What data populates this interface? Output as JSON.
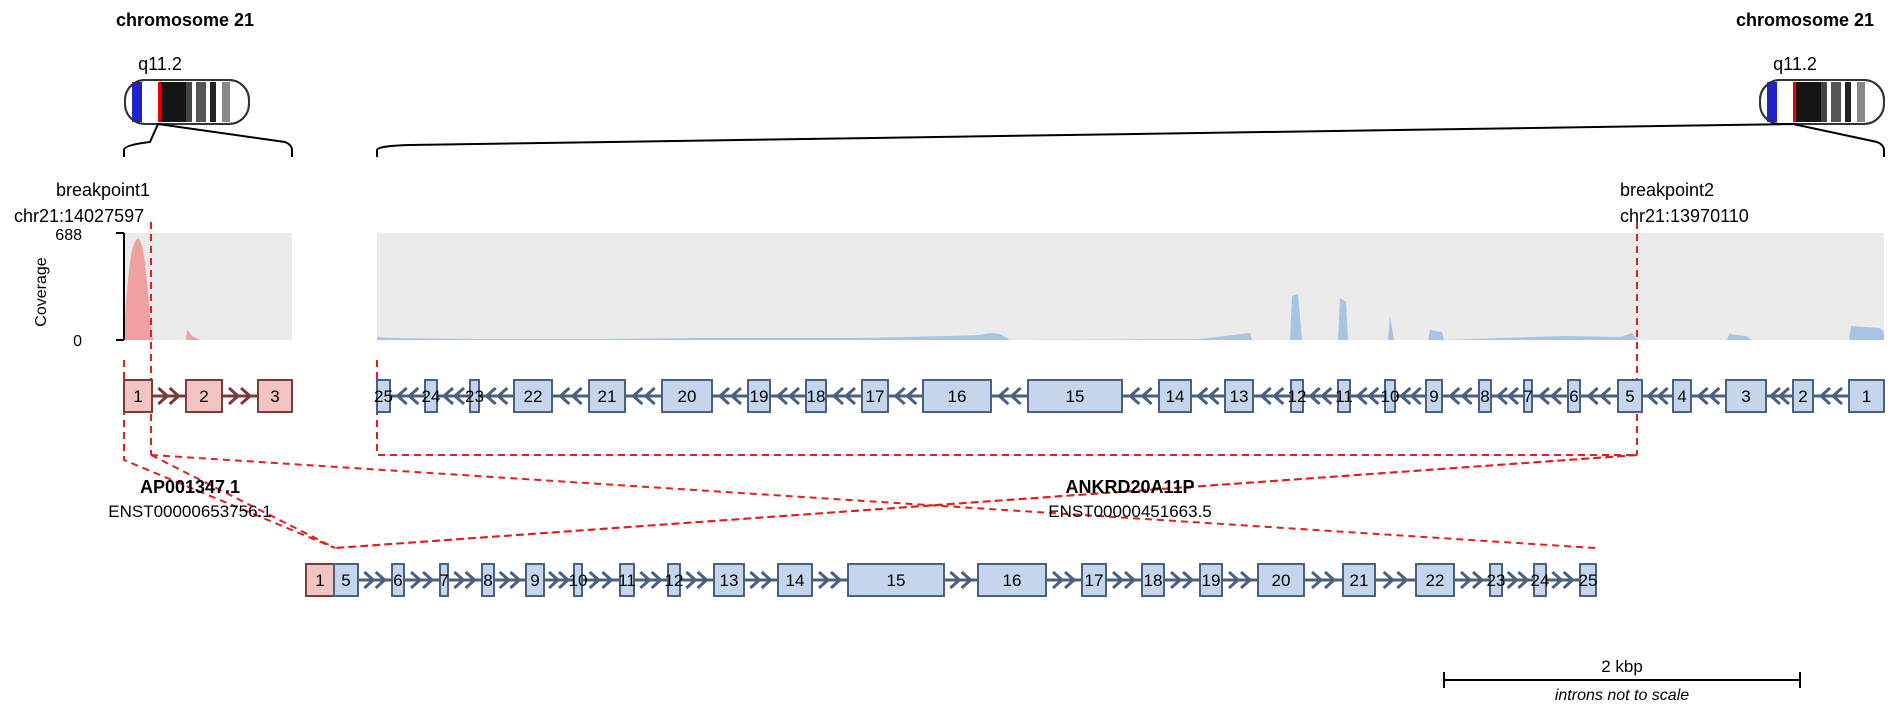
{
  "left": {
    "chromosome": "chromosome 21",
    "band": "q11.2",
    "breakpoint_label": "breakpoint1",
    "breakpoint_coord": "chr21:14027597",
    "gene": "AP001347.1",
    "transcript": "ENST00000653756.1",
    "exons": [
      "1",
      "2",
      "3"
    ],
    "coverage_max": 688
  },
  "right": {
    "chromosome": "chromosome 21",
    "band": "q11.2",
    "breakpoint_label": "breakpoint2",
    "breakpoint_coord": "chr21:13970110",
    "gene": "ANKRD20A11P",
    "transcript": "ENST00000451663.5",
    "exons": [
      "25",
      "24",
      "23",
      "22",
      "21",
      "20",
      "19",
      "18",
      "17",
      "16",
      "15",
      "14",
      "13",
      "12",
      "11",
      "10",
      "9",
      "8",
      "7",
      "6",
      "5",
      "4",
      "3",
      "2",
      "1"
    ]
  },
  "coverage": {
    "ylabel": "Coverage",
    "ytick_max": "688",
    "ytick_min": "0"
  },
  "fusion": {
    "exons_from_left": [
      "1"
    ],
    "exons_from_right": [
      "5",
      "6",
      "7",
      "8",
      "9",
      "10",
      "11",
      "12",
      "13",
      "14",
      "15",
      "16",
      "17",
      "18",
      "19",
      "20",
      "21",
      "22",
      "23",
      "24",
      "25"
    ]
  },
  "scale": {
    "label": "2 kbp",
    "note": "introns not to scale"
  },
  "colors": {
    "left_exon_fill": "#f2c4c4",
    "left_exon_stroke": "#7d3a3a",
    "right_exon_fill": "#c5d6ec",
    "right_exon_stroke": "#4a6080",
    "left_coverage": "#f0a0a0",
    "right_coverage": "#a8c4e4",
    "coverage_bg": "#ebebeb",
    "breakpoint_line": "#e0201f"
  }
}
